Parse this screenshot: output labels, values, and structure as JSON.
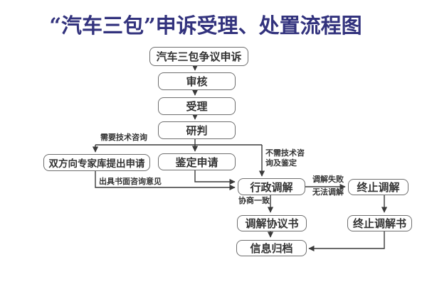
{
  "title": "“汽车三包”申诉受理、处置流程图",
  "colors": {
    "title_text": "#32327d",
    "box_border": "#6e6e6e",
    "box_text": "#333333",
    "connector": "#3a3a3a",
    "background": "#ffffff"
  },
  "nodes": {
    "complaint": "汽车三包争议申诉",
    "review": "审核",
    "accept": "受理",
    "judge": "研判",
    "expert_apply": "双方向专家库提出申请",
    "appraisal_apply": "鉴定申请",
    "admin_mediation": "行政调解",
    "terminate_mediation": "终止调解",
    "mediation_agreement": "调解协议书",
    "termination_doc": "终止调解书",
    "archive": "信息归档"
  },
  "edge_labels": {
    "need_consult": "需要技术咨询",
    "no_need_line1": "不需技术咨",
    "no_need_line2": "询及鉴定",
    "written_opinion": "出具书面咨询意见",
    "mediation_fail_line1": "调解失败",
    "mediation_fail_line2": "无法调解",
    "consensus": "协商一致"
  }
}
